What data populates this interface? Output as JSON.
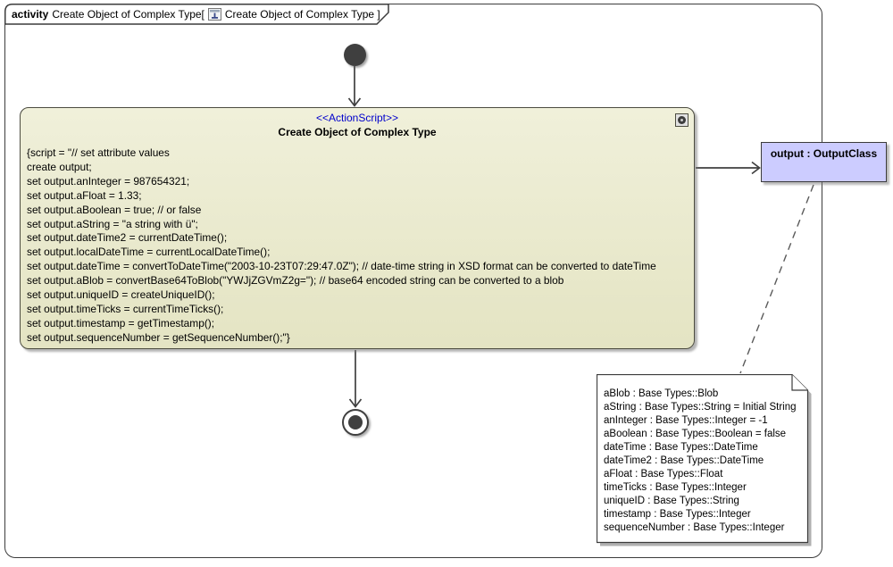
{
  "frame": {
    "keyword": "activity",
    "name_part": "Create Object of Complex Type[",
    "ref_part": "Create Object of Complex Type ]"
  },
  "action_node": {
    "stereotype": "<<ActionScript>>",
    "title": "Create Object of Complex Type",
    "script_lines": [
      "{script = \"// set attribute values",
      "create output;",
      "set output.anInteger = 987654321;",
      "set output.aFloat = 1.33;",
      "set output.aBoolean = true; // or false",
      "set output.aString = \"a string with ü\";",
      "set output.dateTime2 = currentDateTime();",
      "set output.localDateTime = currentLocalDateTime();",
      "set output.dateTime = convertToDateTime(\"2003-10-23T07:29:47.0Z\"); // date-time string in XSD format can be converted to dateTime",
      "set output.aBlob = convertBase64ToBlob(\"YWJjZGVmZ2g=\"); // base64 encoded string can be converted to a blob",
      "set output.uniqueID = createUniqueID();",
      "set output.timeTicks = currentTimeTicks();",
      "set output.timestamp = getTimestamp();",
      "set output.sequenceNumber = getSequenceNumber();\"}"
    ]
  },
  "output_object": {
    "label": "output : OutputClass"
  },
  "note": {
    "lines": [
      "aBlob : Base Types::Blob",
      "aString : Base Types::String = Initial String",
      "anInteger : Base Types::Integer = -1",
      "aBoolean : Base Types::Boolean = false",
      "dateTime : Base Types::DateTime",
      "dateTime2 : Base Types::DateTime",
      "aFloat : Base Types::Float",
      "timeTicks : Base Types::Integer",
      "uniqueID : Base Types::String",
      "timestamp : Base Types::Integer",
      "sequenceNumber : Base Types::Integer"
    ]
  },
  "colors": {
    "action_fill": "#e8e8c9",
    "action_border": "#4c4c40",
    "object_fill": "#ccccff",
    "stereotype_text": "#0000cc",
    "edge": "#3f3f3f",
    "note_fill": "#ffffff",
    "background": "#ffffff"
  }
}
